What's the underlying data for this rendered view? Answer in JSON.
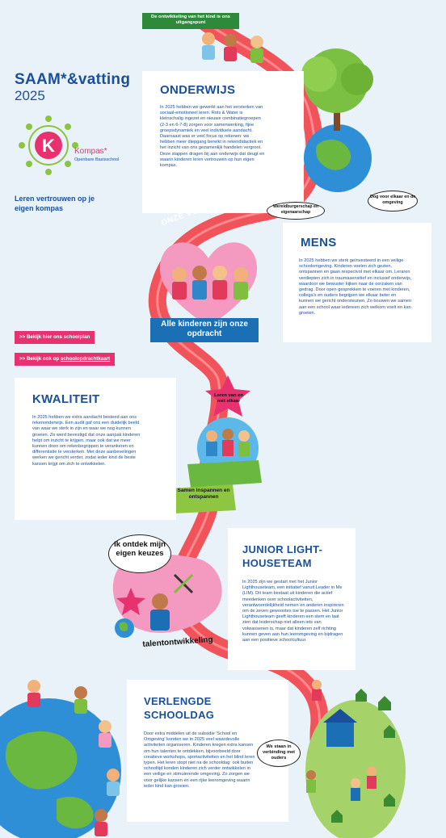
{
  "header_sign": "De ontwikkeling van het kind is ons uitgangspunt",
  "brand": {
    "title": "SAAM*&vatting",
    "year": "2025",
    "school_name": "Kompas*",
    "school_sub": "Openbare Basisschool",
    "logo_letter": "K",
    "tagline": "Leren vertrouwen op je eigen kompas"
  },
  "road_label": "ONZE VOORNEMENS",
  "buttons": {
    "schoolplan": ">> Bekijk hier ons schoolplan",
    "opdracht_prefix": ">> Bekijk ook op ",
    "opdracht_link": "schoolopdrachtkaart"
  },
  "sections": {
    "onderwijs": {
      "title": "ONDERWIJS",
      "text": "In 2025 hebben we gewerkt aan het versterken van sociaal-emotioneel leren. Rots & Water is kleinschalig ingezet en nieuwe combinatiegroepen (2-3 en 6-7-8) zorgen voor samenwerking, fijne groepsdynamiek en veel individuele aandacht. Daarnaast was er veel focus op rekenen: we hebben meer diepgang bereikt in rekendidactiek en het inzicht van ons gezamenlijk handelen vergroot. Deze stappen dragen bij aan onderwijs dat deugt en waarin kinderen leren vertrouwen op hun eigen kompas."
    },
    "mens": {
      "title": "MENS",
      "text": "In 2025 hebben we sterk geïnvesteerd in een veilige schoolomgeving. Kinderen voelen zich gezien, ontspannen en gaan respectvol met elkaar om. Leraren verdiepten zich in traumasensitief en inclusief onderwijs, waardoor we bewuster kijken naar de oorzaken van gedrag. Door open gesprekken te voeren met kinderen, collega's en ouders begrijpen we elkaar beter en kunnen we gericht ondersteunen. Zo bouwen we samen aan een school waar iedereen zich welkom voelt en kan groeien."
    },
    "kwaliteit": {
      "title": "KWALITEIT",
      "text": "In 2025 hebben we extra aandacht besteed aan ons rekenonderwijs. Een audit gaf ons een duidelijk beeld van waar we sterk in zijn en waar we nog kunnen groeien. Zo werd bevestigd dat onze aanpak kinderen helpt om inzicht te krijgen, maar ook dat we meer kunnen doen om rekenbegrippen te verankeren en differentiatie te versterken. Met deze aanbevelingen werken we gericht verder, zodat ieder kind de beste kansen krijgt om zich te ontwikkelen."
    },
    "junior": {
      "title": "JUNIOR LIGHT-HOUSETEAM",
      "text": "In 2025 zijn we gestart met het Junior Lighthouseteam, een initiatief vanuit Leader in Me (LIM). Dit team bestaat uit kinderen die actief meedenken over schoolactiviteiten, verantwoordelijkheid nemen en anderen inspireren om de zeven gewoontes toe te passen. Het Junior Lighthouseteam geeft kinderen een stem en laat zien dat leiderschap niet alleen iets van volwassenen is, maar dat kinderen zelf richting kunnen geven aan hun leeromgeving en bijdragen aan een positieve schoolcultuur."
    },
    "verlengde": {
      "title": "VERLENGDE SCHOOLDAG",
      "text": "Door extra middelen uit de subsidie 'School en Omgeving' konden we in 2025 veel waardevolle activiteiten organiseren. Kinderen kregen extra kansen om hun talenten te ontdekken, bijvoorbeeld door creatieve workshops, sportactiviteiten en het blind leren typen. Het leren stopt niet na de schooldag: ook buiten schooltijd konden kinderen zich verder ontwikkelen in een veilige en stimulerende omgeving. Zo zorgen we voor gelijke kansen en een rijke leeromgeving waarin ieder kind kan groeien."
    }
  },
  "illustration_labels": {
    "wereldburgerschap": "Wereldburgerschap en eigenaarschap",
    "oog": "Oog voor elkaar en de omgeving",
    "alle_kinderen": "Alle kinderen zijn onze opdracht",
    "leren_van": "Leren van en met elkaar",
    "samen": "Samen inspannen en ontspannen",
    "ontdek": "Ik ontdek mijn eigen keuzes",
    "talent": "talentontwikkeling",
    "verbinding": "We staan in verbinding met ouders"
  },
  "colors": {
    "road": "#f0545a",
    "accent_blue": "#1a4f9c",
    "pink": "#e8316f",
    "green": "#8fc641",
    "logo_dots": "#8bc53f"
  }
}
